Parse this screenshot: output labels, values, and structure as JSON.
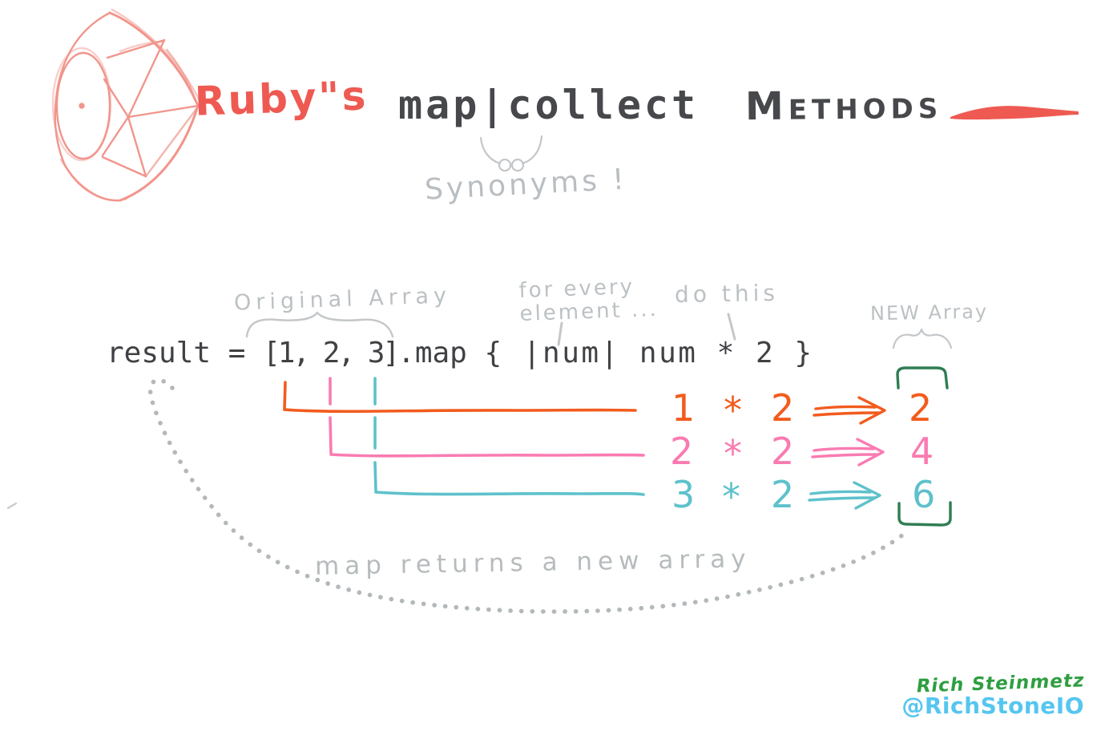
{
  "header": {
    "brand": "Ruby\"s",
    "method_names": "map|collect",
    "methods_word": "Methods",
    "synonyms_note": "Synonyms !"
  },
  "annotations": {
    "original_array": "Original Array",
    "for_every_line1": "for every",
    "for_every_line2": "element ...",
    "do_this": "do this",
    "new_array": "NEW Array",
    "map_note": "map returns a new array"
  },
  "code": {
    "full_line": "result = [1, 2, 3].map { |num| num * 2 }",
    "prefix": "result = ",
    "array": "[1, 2, 3]",
    "method": ".map ",
    "block": "{ |num| num * 2 }"
  },
  "mapping_rows": [
    {
      "input": "1",
      "operator": "*",
      "operand": "2",
      "result": "2",
      "color": "#f25b1d"
    },
    {
      "input": "2",
      "operator": "*",
      "operand": "2",
      "result": "4",
      "color": "#f97bb1"
    },
    {
      "input": "3",
      "operator": "*",
      "operand": "2",
      "result": "6",
      "color": "#5ec1cb"
    }
  ],
  "signature": {
    "author": "Rich Steinmetz",
    "handle": "@RichStoneIO"
  },
  "colors": {
    "accent_red": "#ee5a52",
    "gem_salmon": "#f08a80",
    "ink_dark": "#47484b",
    "annotation_gray": "#bcc1c4",
    "dot_gray": "#b3b8ba",
    "row_orange": "#f25b1d",
    "row_pink": "#f97bb1",
    "row_teal": "#5ec1cb",
    "bracket_green": "#2f7d53",
    "signature_green": "#2f9e41",
    "signature_blue": "#55c6f0"
  },
  "icons": {
    "gem": "ruby-gem-sketch"
  }
}
